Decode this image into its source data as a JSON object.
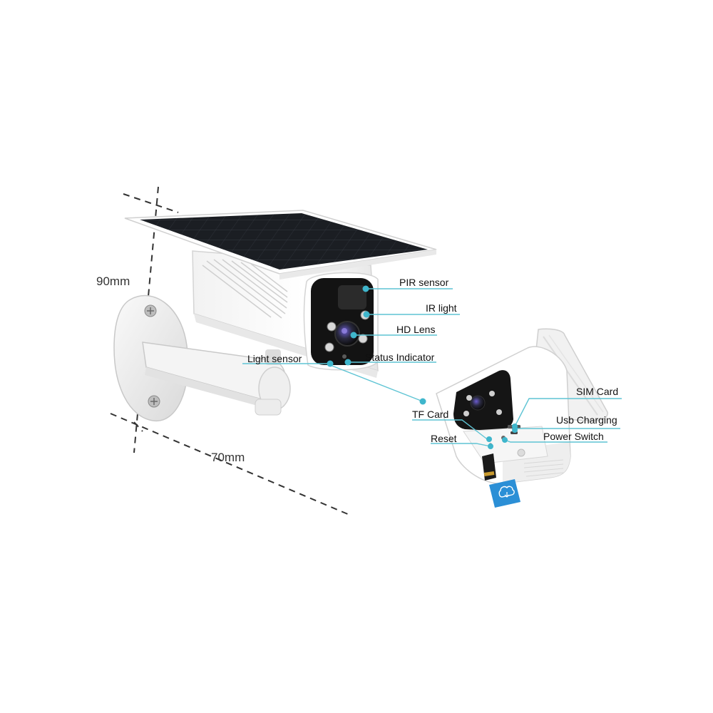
{
  "dimensions": {
    "height_label": "90mm",
    "width_label": "70mm"
  },
  "callouts": {
    "pir_sensor": "PIR sensor",
    "ir_light": "IR light",
    "hd_lens": "HD Lens",
    "status_indicator": "Status Indicator",
    "light_sensor": "Light sensor",
    "sim_card": "SIM Card",
    "tf_card": "TF Card",
    "usb_charging": "Usb Charging",
    "reset": "Reset",
    "power_switch": "Power Switch"
  },
  "colors": {
    "callout_line": "#5ec4d4",
    "callout_dot": "#3fb6cc",
    "solar_panel": "#1a1d22",
    "body": "#ffffff",
    "lens_face": "#121212",
    "dimension_line": "#333333",
    "sim_card": "#2b8fd6"
  }
}
